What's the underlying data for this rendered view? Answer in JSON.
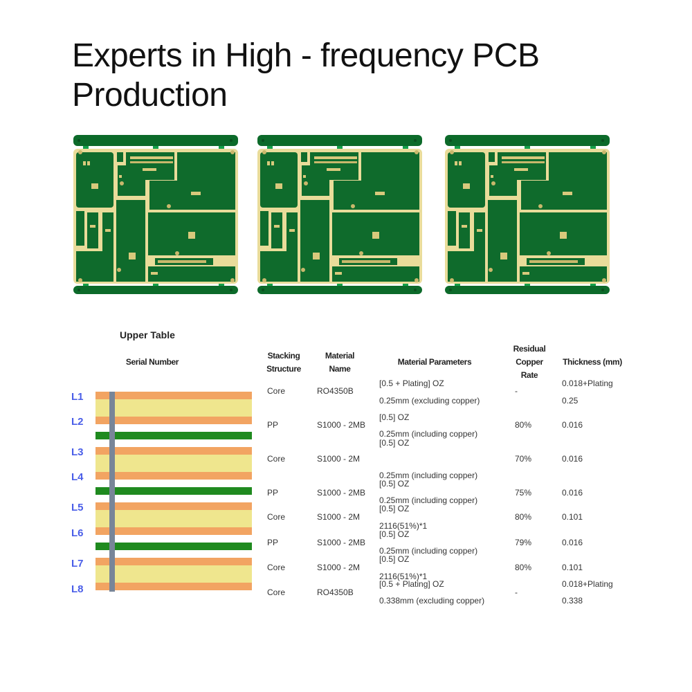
{
  "page": {
    "title_line1": "Experts in High - frequency PCB",
    "title_line2": "Production"
  },
  "gallery": {
    "images": [
      {
        "label": "pcb-board-photo-1"
      },
      {
        "label": "pcb-board-photo-2"
      },
      {
        "label": "pcb-board-photo-3"
      }
    ],
    "colors": {
      "solder_mask": "#0f6b2c",
      "gold": "#e9dc9a",
      "rail": "#0c6a2a"
    }
  },
  "stackup": {
    "section_title": "Upper Table",
    "headers": {
      "serial_number": "Serial Number",
      "stacking_structure_1": "Stacking",
      "stacking_structure_2": "Structure",
      "material_name_1": "Material",
      "material_name_2": "Name",
      "material_parameters": "Material Parameters",
      "residual_1": "Residual",
      "residual_2": "Copper",
      "residual_3": "Rate",
      "thickness": "Thickness (mm)"
    },
    "layers": [
      "L1",
      "L2",
      "L3",
      "L4",
      "L5",
      "L6",
      "L7",
      "L8"
    ],
    "colors": {
      "copper": "#f2a462",
      "core": "#efe68e",
      "prepreg": "#1f8a1f",
      "via": "#788598",
      "label": "#4a5ee8"
    },
    "rows": [
      {
        "structure": "Core",
        "material": "RO4350B",
        "param_top": "[0.5 + Plating] OZ",
        "param_bottom": "0.25mm (excluding copper)",
        "residual": "-",
        "thickness_top": "0.018+Plating",
        "thickness_bottom": "0.25"
      },
      {
        "structure": "PP",
        "material": "S1000 - 2MB",
        "param_top": "[0.5] OZ",
        "param_bottom": "0.25mm (including copper)",
        "residual": "80%",
        "thickness": "0.016"
      },
      {
        "structure": "Core",
        "material": "S1000 - 2M",
        "param_top": "[0.5] OZ",
        "param_bottom": "0.25mm (including copper)",
        "residual": "70%",
        "thickness": "0.016"
      },
      {
        "structure": "PP",
        "material": "S1000 - 2MB",
        "param_top": "[0.5] OZ",
        "param_bottom": "0.25mm (including copper)",
        "residual": "75%",
        "thickness": "0.016"
      },
      {
        "structure": "Core",
        "material": "S1000 - 2M",
        "param_top": "[0.5] OZ",
        "param_bottom": "2116(51%)*1",
        "residual": "80%",
        "thickness": "0.101"
      },
      {
        "structure": "PP",
        "material": "S1000 - 2MB",
        "param_top": "[0.5] OZ",
        "param_bottom": "0.25mm (including copper)",
        "residual": "79%",
        "thickness": "0.016"
      },
      {
        "structure": "Core",
        "material": "S1000 - 2M",
        "param_top": "[0.5] OZ",
        "param_bottom": "2116(51%)*1",
        "residual": "80%",
        "thickness": "0.101"
      },
      {
        "structure": "Core",
        "material": "RO4350B",
        "param_top": "[0.5 + Plating] OZ",
        "param_bottom": "0.338mm (excluding copper)",
        "residual": "-",
        "thickness_top": "0.018+Plating",
        "thickness_bottom": "0.338"
      }
    ]
  }
}
